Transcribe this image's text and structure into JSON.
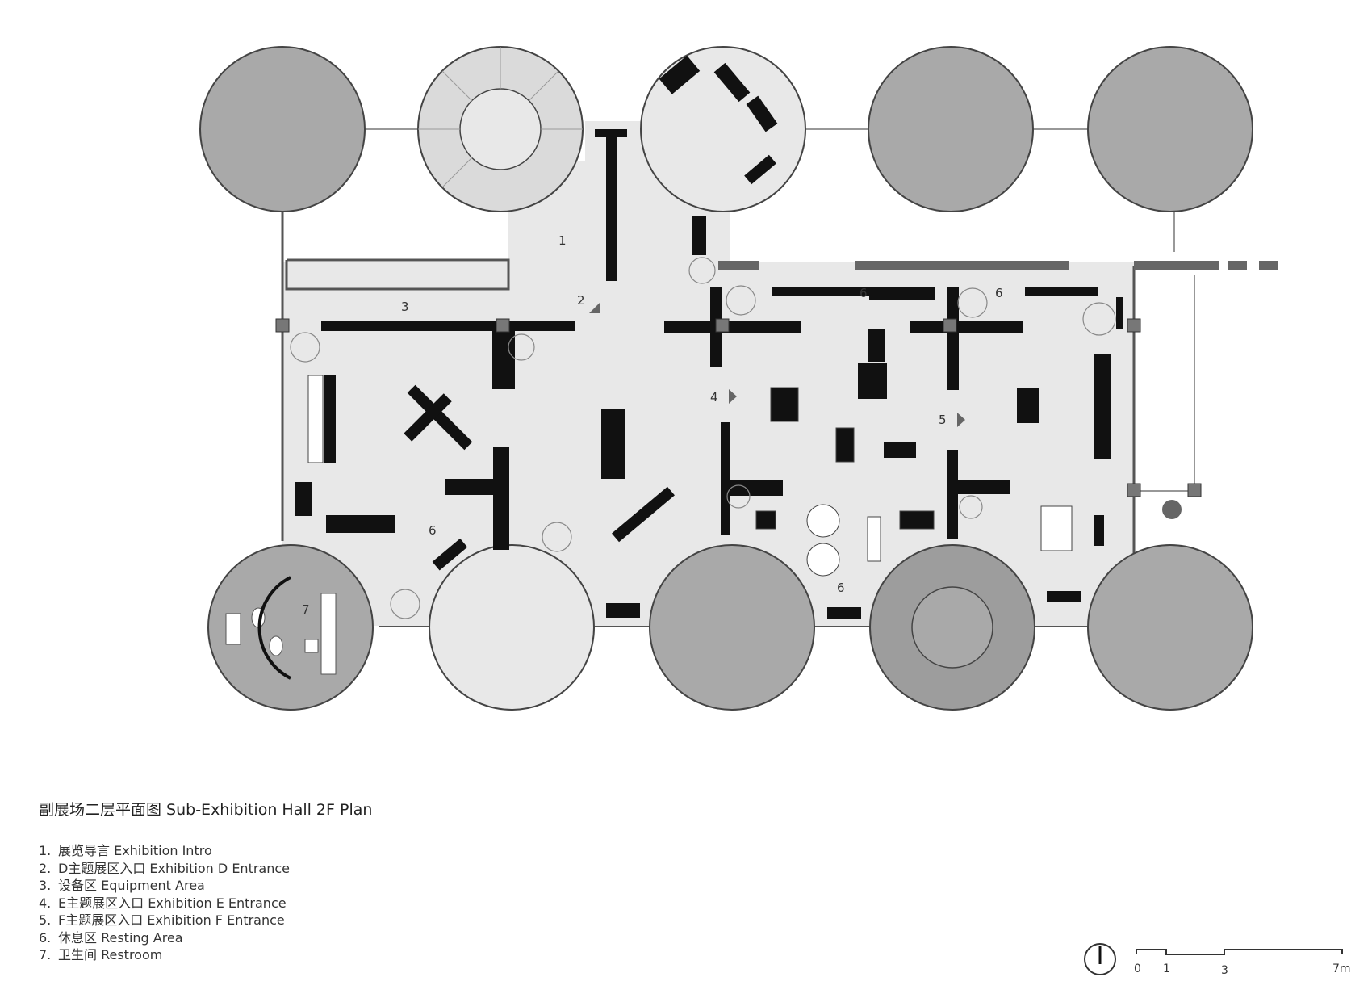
{
  "title": "副展场二层平面图 Sub-Exhibition Hall 2F Plan",
  "legend": [
    {
      "num": "1.",
      "text": "展览导言 Exhibition Intro"
    },
    {
      "num": "2.",
      "text": "D主题展区入口 Exhibition D Entrance"
    },
    {
      "num": "3.",
      "text": "设备区 Equipment Area"
    },
    {
      "num": "4.",
      "text": "E主题展区入口 Exhibition E Entrance"
    },
    {
      "num": "5.",
      "text": "F主题展区入口 Exhibition F Entrance"
    },
    {
      "num": "6.",
      "text": "休息区 Resting Area"
    },
    {
      "num": "7.",
      "text": "卫生间 Restroom"
    }
  ],
  "plan_labels": {
    "l1": "1",
    "l2": "2",
    "l3": "3",
    "l4": "4",
    "l5": "5",
    "l6a": "6",
    "l6b": "6",
    "l6c": "6",
    "l6d": "6",
    "l7": "7"
  },
  "scale": {
    "t0": "0",
    "t1": "1",
    "t3": "3",
    "t7": "7m"
  },
  "colors": {
    "floor": "#e8e8e8",
    "column": "#a9a9a9",
    "furniture": "#111111",
    "wall": "#555555"
  }
}
